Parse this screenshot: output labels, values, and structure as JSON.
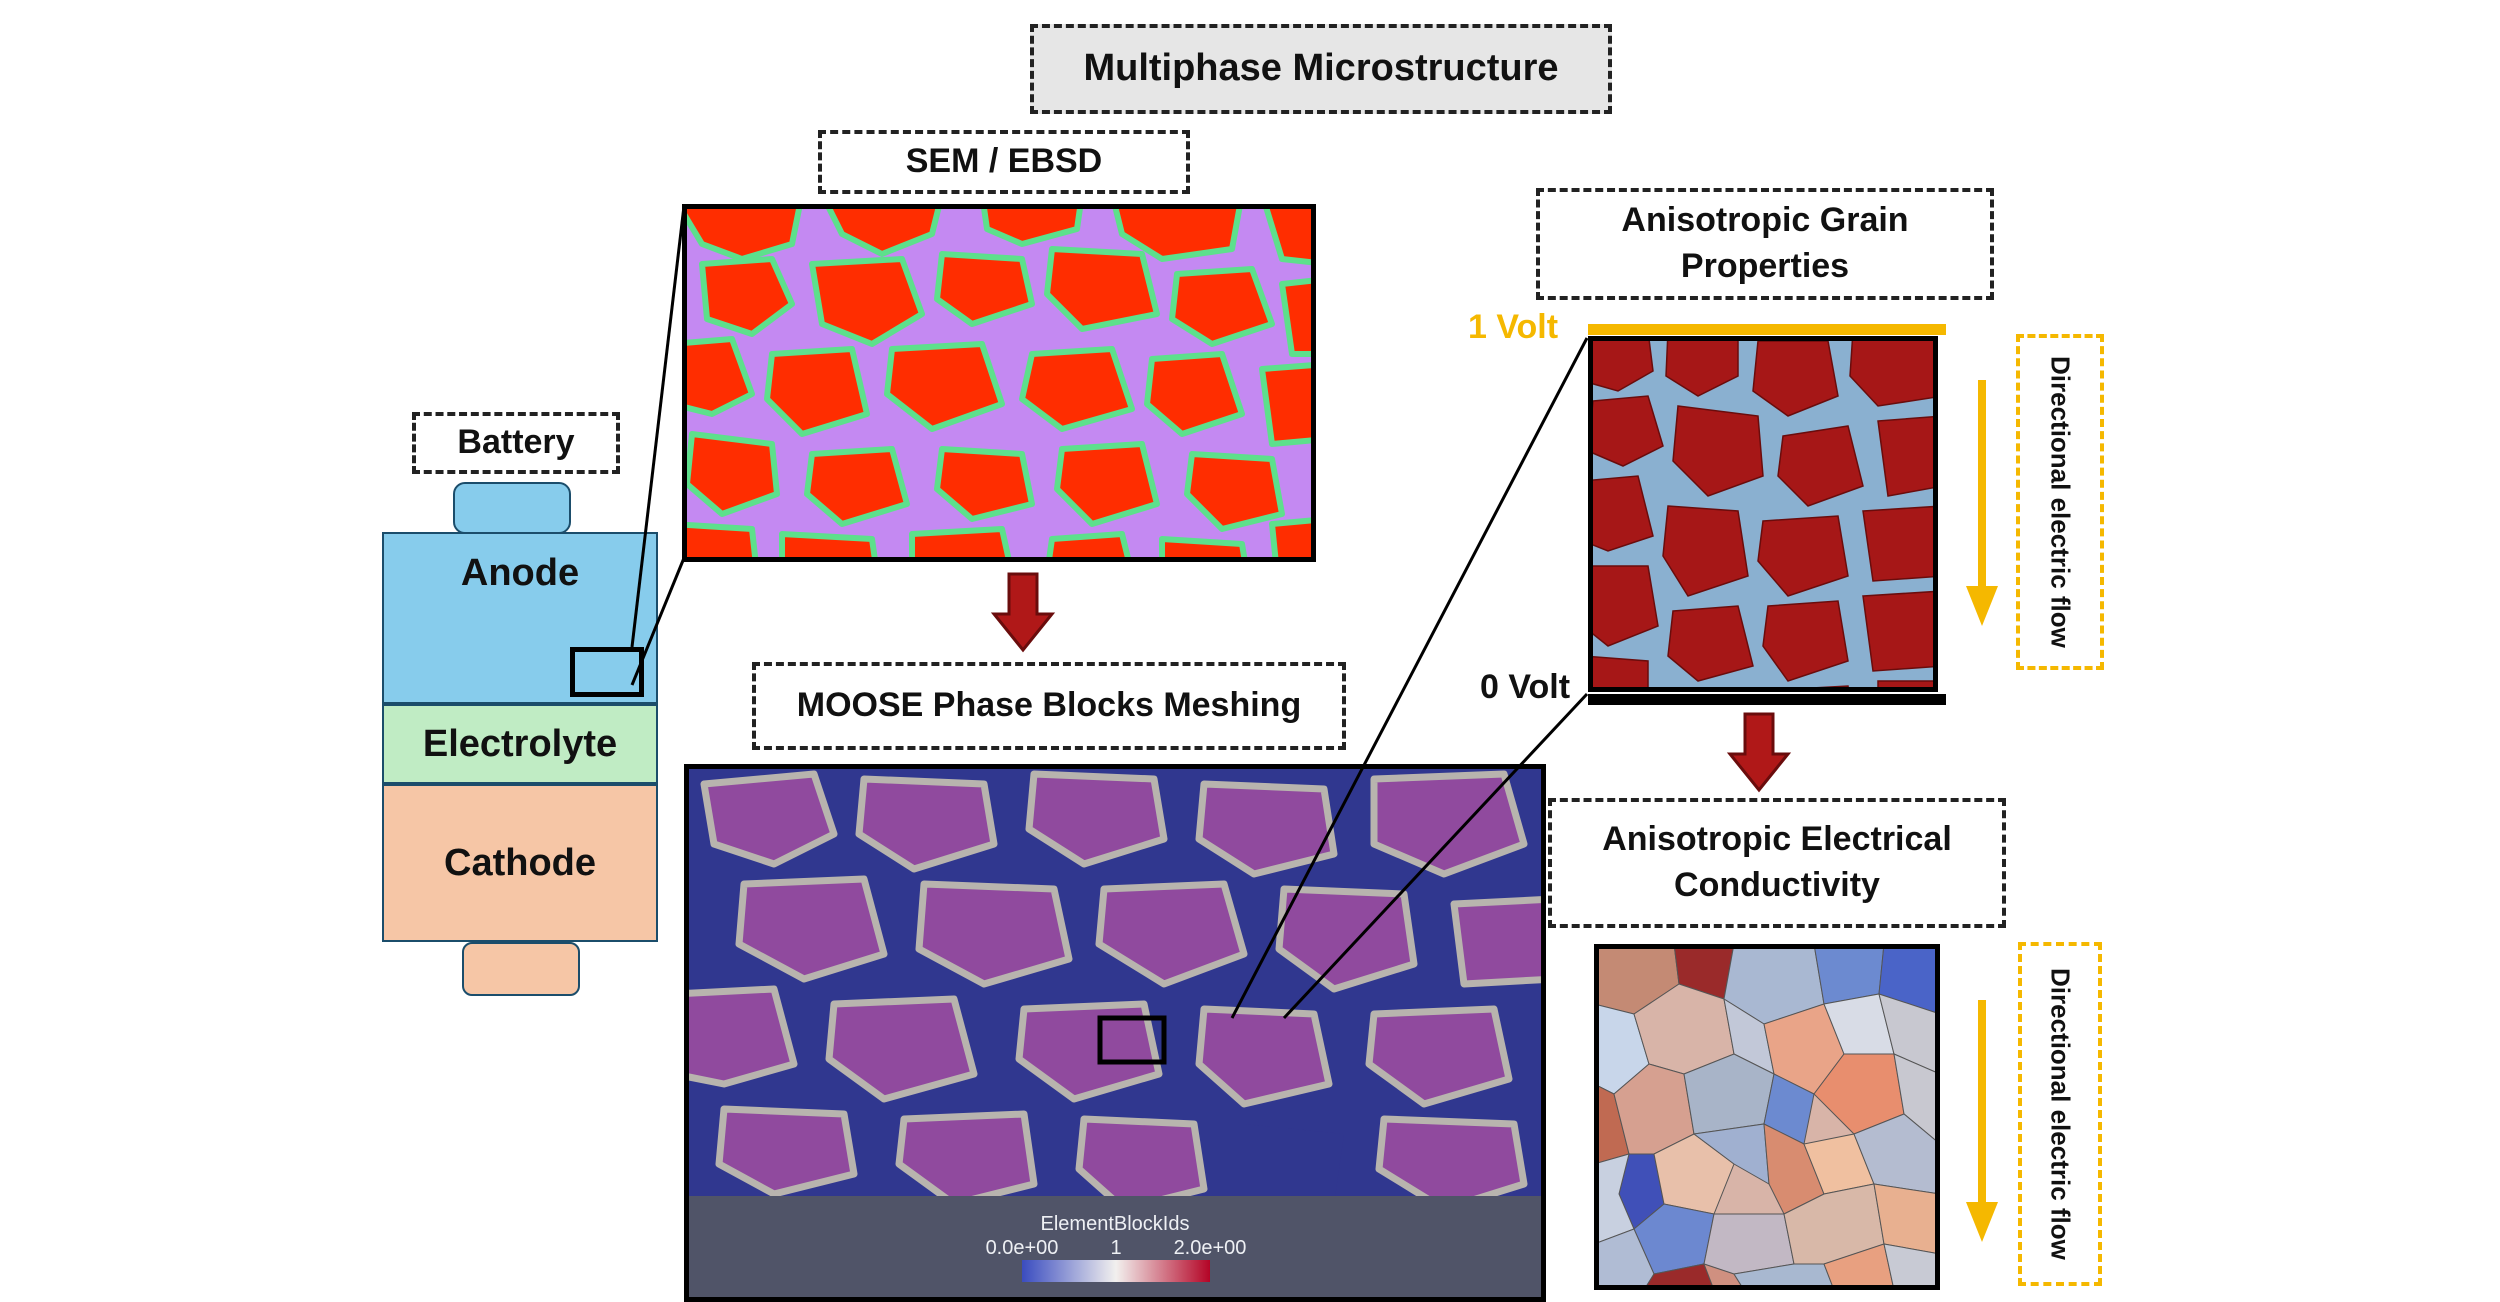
{
  "title": "Multiphase Microstructure",
  "battery": {
    "label": "Battery",
    "anode": "Anode",
    "electrolyte": "Electrolyte",
    "cathode": "Cathode"
  },
  "sem": {
    "label": "SEM / EBSD"
  },
  "moose": {
    "label": "MOOSE Phase Blocks Meshing",
    "colorbar_title": "ElementBlockIds",
    "tick_min": "0.0e+00",
    "tick_mid": "1",
    "tick_max": "2.0e+00"
  },
  "grain": {
    "label_line1": "Anisotropic Grain",
    "label_line2": "Properties",
    "volt_top": "1 Volt",
    "volt_bottom": "0 Volt",
    "flow_label": "Directional electric flow"
  },
  "conductivity": {
    "label_line1": "Anisotropic Electrical",
    "label_line2": "Conductivity",
    "flow_label": "Directional electric flow"
  },
  "colors": {
    "anode": "#87ccec",
    "electrolyte": "#c0ecc4",
    "cathode": "#f6c6a6",
    "sem_bg": "#c489f2",
    "sem_grain": "#ff2d00",
    "sem_boundary": "#5de08c",
    "moose_bg": "#30378f",
    "moose_grain": "#904a9e",
    "moose_boundary": "#b8b4ae",
    "colorbar_panel": "#505468",
    "grain_fill": "#a61717",
    "grain_boundary": "#8ab0d0",
    "arrow_red": "#b01818",
    "volt_gold": "#f5b800"
  }
}
